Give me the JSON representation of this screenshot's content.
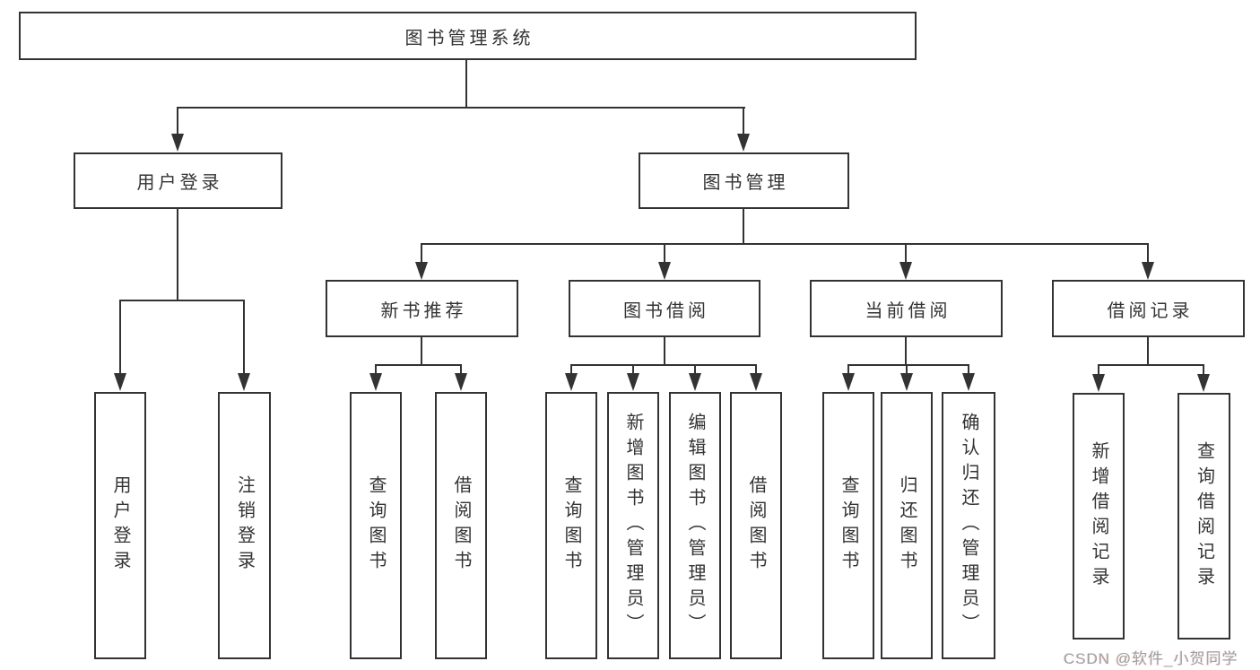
{
  "diagram": {
    "root": {
      "label": "图书管理系统"
    },
    "branches": [
      {
        "label": "用户登录",
        "children": [
          {
            "label": "用户登录"
          },
          {
            "label": "注销登录"
          }
        ]
      },
      {
        "label": "图书管理",
        "children": [
          {
            "label": "新书推荐",
            "children": [
              {
                "label": "查询图书"
              },
              {
                "label": "借阅图书"
              }
            ]
          },
          {
            "label": "图书借阅",
            "children": [
              {
                "label": "查询图书"
              },
              {
                "label": "新增图书（管理员）"
              },
              {
                "label": "编辑图书（管理员）"
              },
              {
                "label": "借阅图书"
              }
            ]
          },
          {
            "label": "当前借阅",
            "children": [
              {
                "label": "查询图书"
              },
              {
                "label": "归还图书"
              },
              {
                "label": "确认归还（管理员）"
              }
            ]
          },
          {
            "label": "借阅记录",
            "children": [
              {
                "label": "新增借阅记录"
              },
              {
                "label": "查询借阅记录"
              }
            ]
          }
        ]
      }
    ]
  },
  "watermark": {
    "text": "CSDN @软件_小贺同学"
  },
  "colors": {
    "line": "#333333",
    "text": "#333333",
    "watermark": "#9f9f9f",
    "background": "#ffffff"
  }
}
